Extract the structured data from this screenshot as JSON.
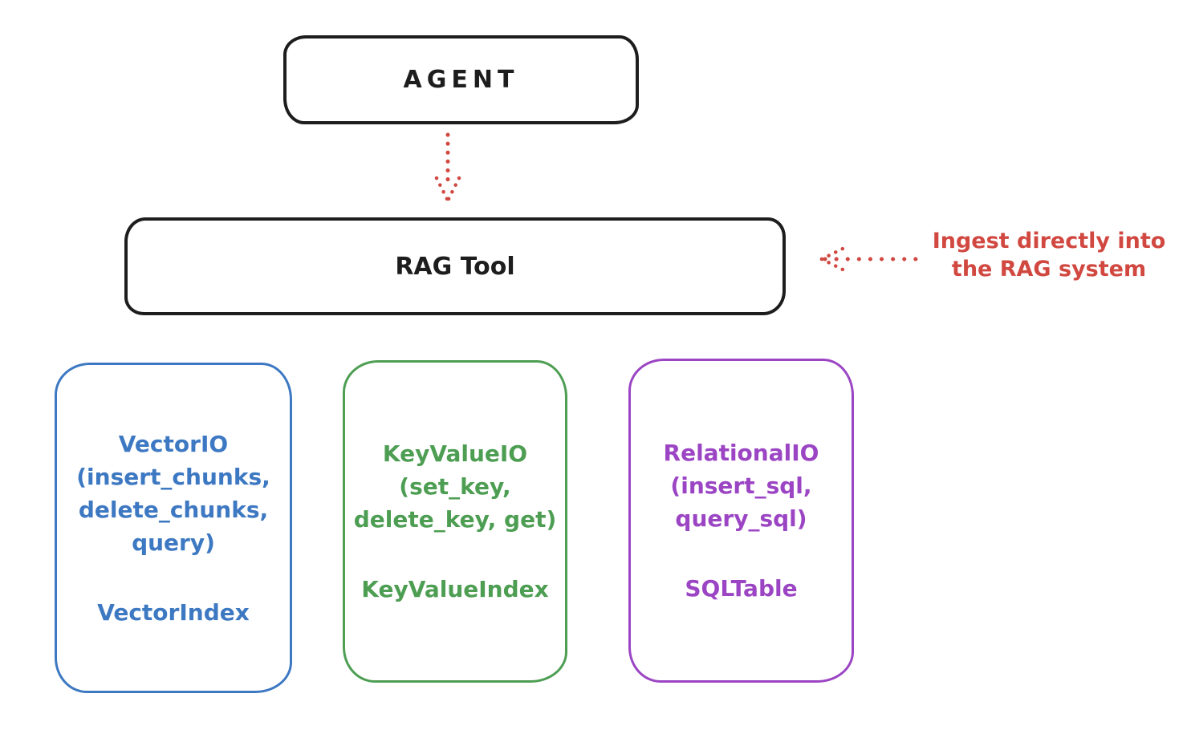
{
  "colors": {
    "black": "#1d1d1d",
    "red": "#d14841",
    "blue": "#3d78c2",
    "green": "#4d9e53",
    "purple": "#9b45c4"
  },
  "diagram": {
    "agent": {
      "label": "AGENT"
    },
    "rag_tool": {
      "label": "RAG Tool"
    },
    "annotation": {
      "text": "Ingest directly into\nthe RAG system"
    },
    "cards": [
      {
        "name": "vector-io",
        "color": "#3d78c2",
        "io_label": "VectorIO\n(insert_chunks,\ndelete_chunks,\nquery)",
        "index_label": "VectorIndex"
      },
      {
        "name": "key-value-io",
        "color": "#4d9e53",
        "io_label": "KeyValueIO\n(set_key,\ndelete_key, get)",
        "index_label": "KeyValueIndex"
      },
      {
        "name": "relational-io",
        "color": "#9b45c4",
        "io_label": "RelationalIO\n(insert_sql,\nquery_sql)",
        "index_label": "SQLTable"
      }
    ]
  }
}
